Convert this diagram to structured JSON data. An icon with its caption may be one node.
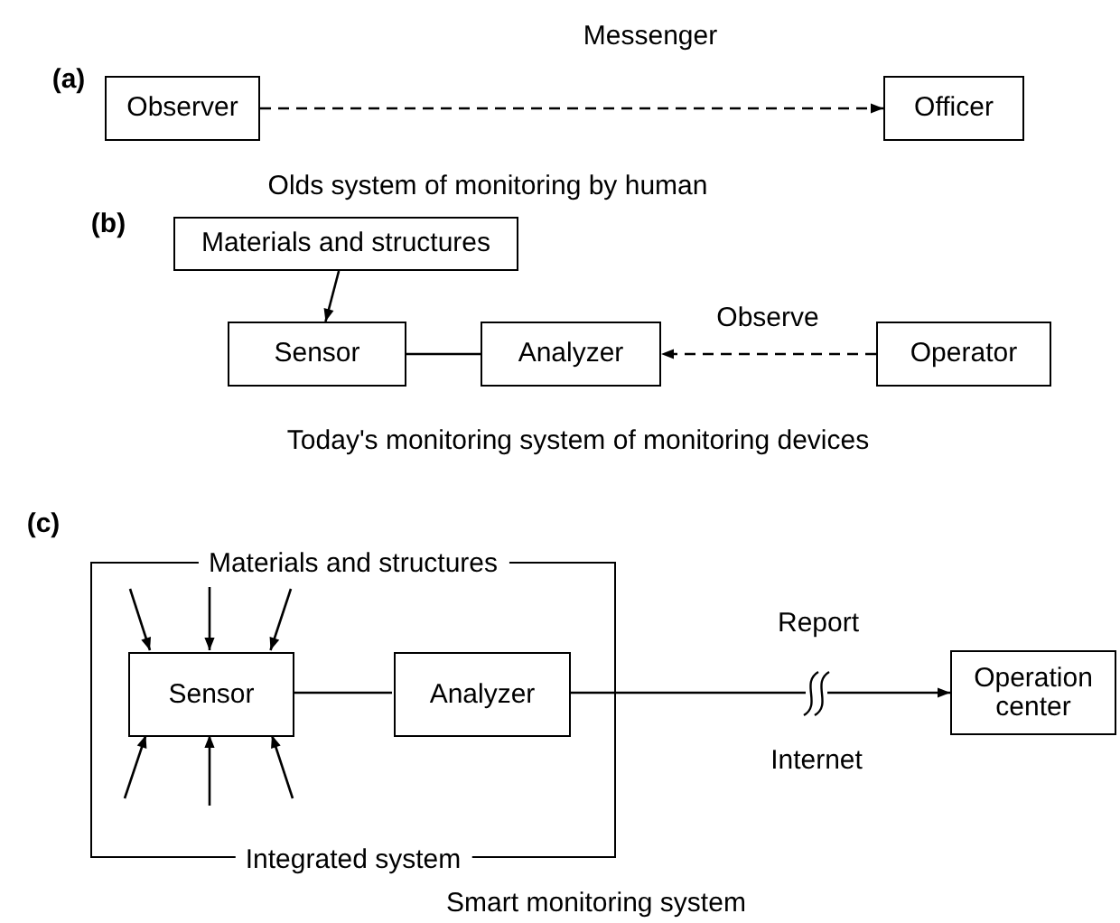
{
  "diagram": {
    "nodes": [
      {
        "text": [
          "Observer"
        ]
      },
      {
        "text": [
          "Officer"
        ]
      },
      {
        "text": [
          "Materials and structures"
        ]
      },
      {
        "text": [
          "Sensor"
        ]
      },
      {
        "text": [
          "Analyzer"
        ]
      },
      {
        "text": [
          "Operator"
        ]
      },
      {
        "text": [
          "Materials and structures",
          "Integrated system"
        ]
      },
      {
        "text": [
          "Sensor"
        ],
        "in": 6
      },
      {
        "text": [
          "Analyzer"
        ],
        "in": 6
      },
      {
        "text": [
          "Operation center"
        ]
      }
    ],
    "edges": [
      {
        "from": 0,
        "to": 1,
        "arrow": "to",
        "label": "Messenger",
        "style": "dashed"
      },
      {
        "from": 2,
        "to": 3,
        "arrow": "to"
      },
      {
        "from": 3,
        "to": 4,
        "arrow": "none"
      },
      {
        "from": 5,
        "to": 4,
        "arrow": "to",
        "label": "Observe",
        "style": "dashed"
      },
      {
        "from": null,
        "to": 7,
        "arrow": "to"
      },
      {
        "from": null,
        "to": 7,
        "arrow": "to"
      },
      {
        "from": null,
        "to": 7,
        "arrow": "to"
      },
      {
        "from": null,
        "to": 7,
        "arrow": "to"
      },
      {
        "from": null,
        "to": 7,
        "arrow": "to"
      },
      {
        "from": null,
        "to": 7,
        "arrow": "to"
      },
      {
        "from": 7,
        "to": 8,
        "arrow": "none"
      },
      {
        "from": 8,
        "to": 9,
        "arrow": "to",
        "label": "Report"
      }
    ],
    "labels": [
      "(a)",
      "Olds system of monitoring by human",
      "(b)",
      "Today's monitoring system of monitoring devices",
      "(c)",
      "Internet",
      "Smart monitoring system"
    ]
  }
}
